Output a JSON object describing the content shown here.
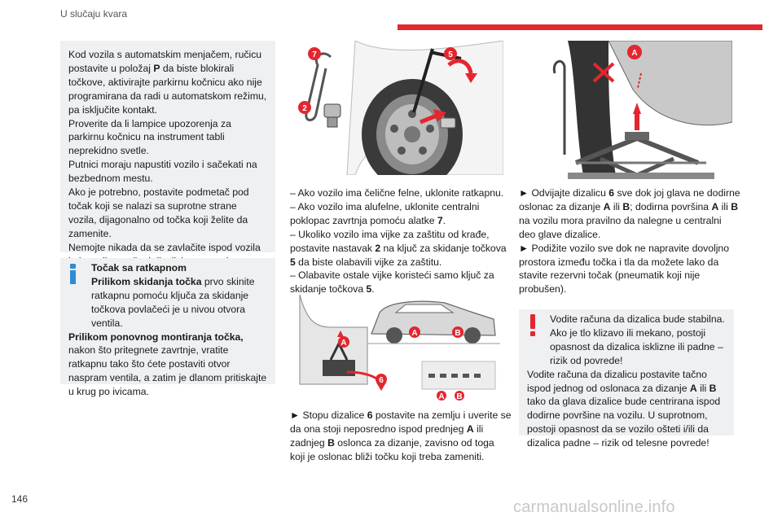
{
  "header": {
    "title": "U slučaju kvara"
  },
  "page_number": "146",
  "watermark": "carmanualsonline.info",
  "colors": {
    "accent_red": "#e3262f",
    "info_blue": "#2e8ccf",
    "box_bg": "#eef0f2"
  },
  "intro_box": {
    "p1_pre": "Kod vozila s automatskim menjačem, ručicu postavite u položaj ",
    "p1_bold": "P",
    "p1_post": " da biste blokirali točkove, aktivirajte parkirnu kočnicu ako nije programirana da radi u automatskom režimu, pa isključite kontakt.",
    "p2": "Proverite da li lampice upozorenja za parkirnu kočnicu na instrument tabli neprekidno svetle.",
    "p3": "Putnici moraju napustiti vozilo i sačekati na bezbednom mestu.",
    "p4": "Ako je potrebno, postavite podmetač pod točak koji se nalazi sa suprotne strane vozila, dijagonalno od točka koji želite da zamenite.",
    "p5": "Nemojte nikada da se zavlačite ispod vozila koje stoji na ručnoj dizalici; za tu svrhu koristite hidraulične dizalice."
  },
  "tip_box": {
    "title": "Točak sa ratkapnom",
    "s1_bold": "Prilikom skidanja točka",
    "s1_text": " prvo skinite ratkapnu pomoću ključa za skidanje točkova povlačeći je u nivou otvora ventila.",
    "s2_bold": "Prilikom ponovnog montiranja točka,",
    "s2_text": " nakon što pritegnete zavrtnje, vratite ratkapnu tako što ćete postaviti otvor naspram ventila, a zatim je dlanom pritiskajte u krug po ivicama."
  },
  "figure1": {
    "labels": [
      "7",
      "5",
      "2"
    ]
  },
  "figure2": {
    "labels": [
      "A",
      "B",
      "A",
      "6",
      "A",
      "B"
    ]
  },
  "figure3": {
    "labels": [
      "A"
    ]
  },
  "col2_text": {
    "l1": "– Ako vozilo ima čelične felne, uklonite ratkapnu.",
    "l2_pre": "– Ako vozilo ima alufelne, uklonite centralni poklopac zavrtnja pomoću alatke ",
    "l2_bold": "7",
    "l2_post": ".",
    "l3_pre": "– Ukoliko vozilo ima vijke za zaštitu od krađe, postavite nastavak ",
    "l3_b1": "2",
    "l3_mid": " na ključ za skidanje točkova ",
    "l3_b2": "5",
    "l3_post": " da biste olabavili vijke za zaštitu.",
    "l4_pre": "– Olabavite ostale vijke koristeći samo ključ za skidanje točkova ",
    "l4_bold": "5",
    "l4_post": "."
  },
  "col2_lower": {
    "pre": "► Stopu dizalice ",
    "b1": "6",
    "mid1": " postavite na zemlju i uverite se da ona stoji neposredno ispod prednjeg ",
    "b2": "A",
    "mid2": " ili zadnjeg ",
    "b3": "B",
    "post": " oslonca za dizanje, zavisno od toga koji je oslonac bliži točku koji treba zameniti."
  },
  "col3_text": {
    "p1_pre": "► Odvijajte dizalicu ",
    "p1_b1": "6",
    "p1_mid1": " sve dok joj glava ne dodirne oslonac za dizanje ",
    "p1_b2": "A",
    "p1_mid2": " ili ",
    "p1_b3": "B",
    "p1_mid3": "; dodirna površina ",
    "p1_b4": "A",
    "p1_mid4": " ili ",
    "p1_b5": "B",
    "p1_post": " na vozilu mora pravilno da nalegne u centralni deo glave dizalice.",
    "p2": "► Podižite vozilo sve dok ne napravite dovoljno prostora između točka i tla da možete lako da stavite rezervni točak (pneumatik koji nije probušen)."
  },
  "warn_box": {
    "p1": "Vodite računa da dizalica bude stabilna. Ako je tlo klizavo ili mekano, postoji opasnost da dizalica isklizne ili padne – rizik od povrede!",
    "p2_pre": "Vodite računa da dizalicu postavite tačno ispod jednog od oslonaca za dizanje ",
    "p2_b1": "A",
    "p2_mid": " ili ",
    "p2_b2": "B",
    "p2_post": " tako da glava dizalice bude centrirana ispod dodirne površine na vozilu. U suprotnom, postoji opasnost da se vozilo ošteti i/ili da dizalica padne – rizik od telesne povrede!"
  }
}
